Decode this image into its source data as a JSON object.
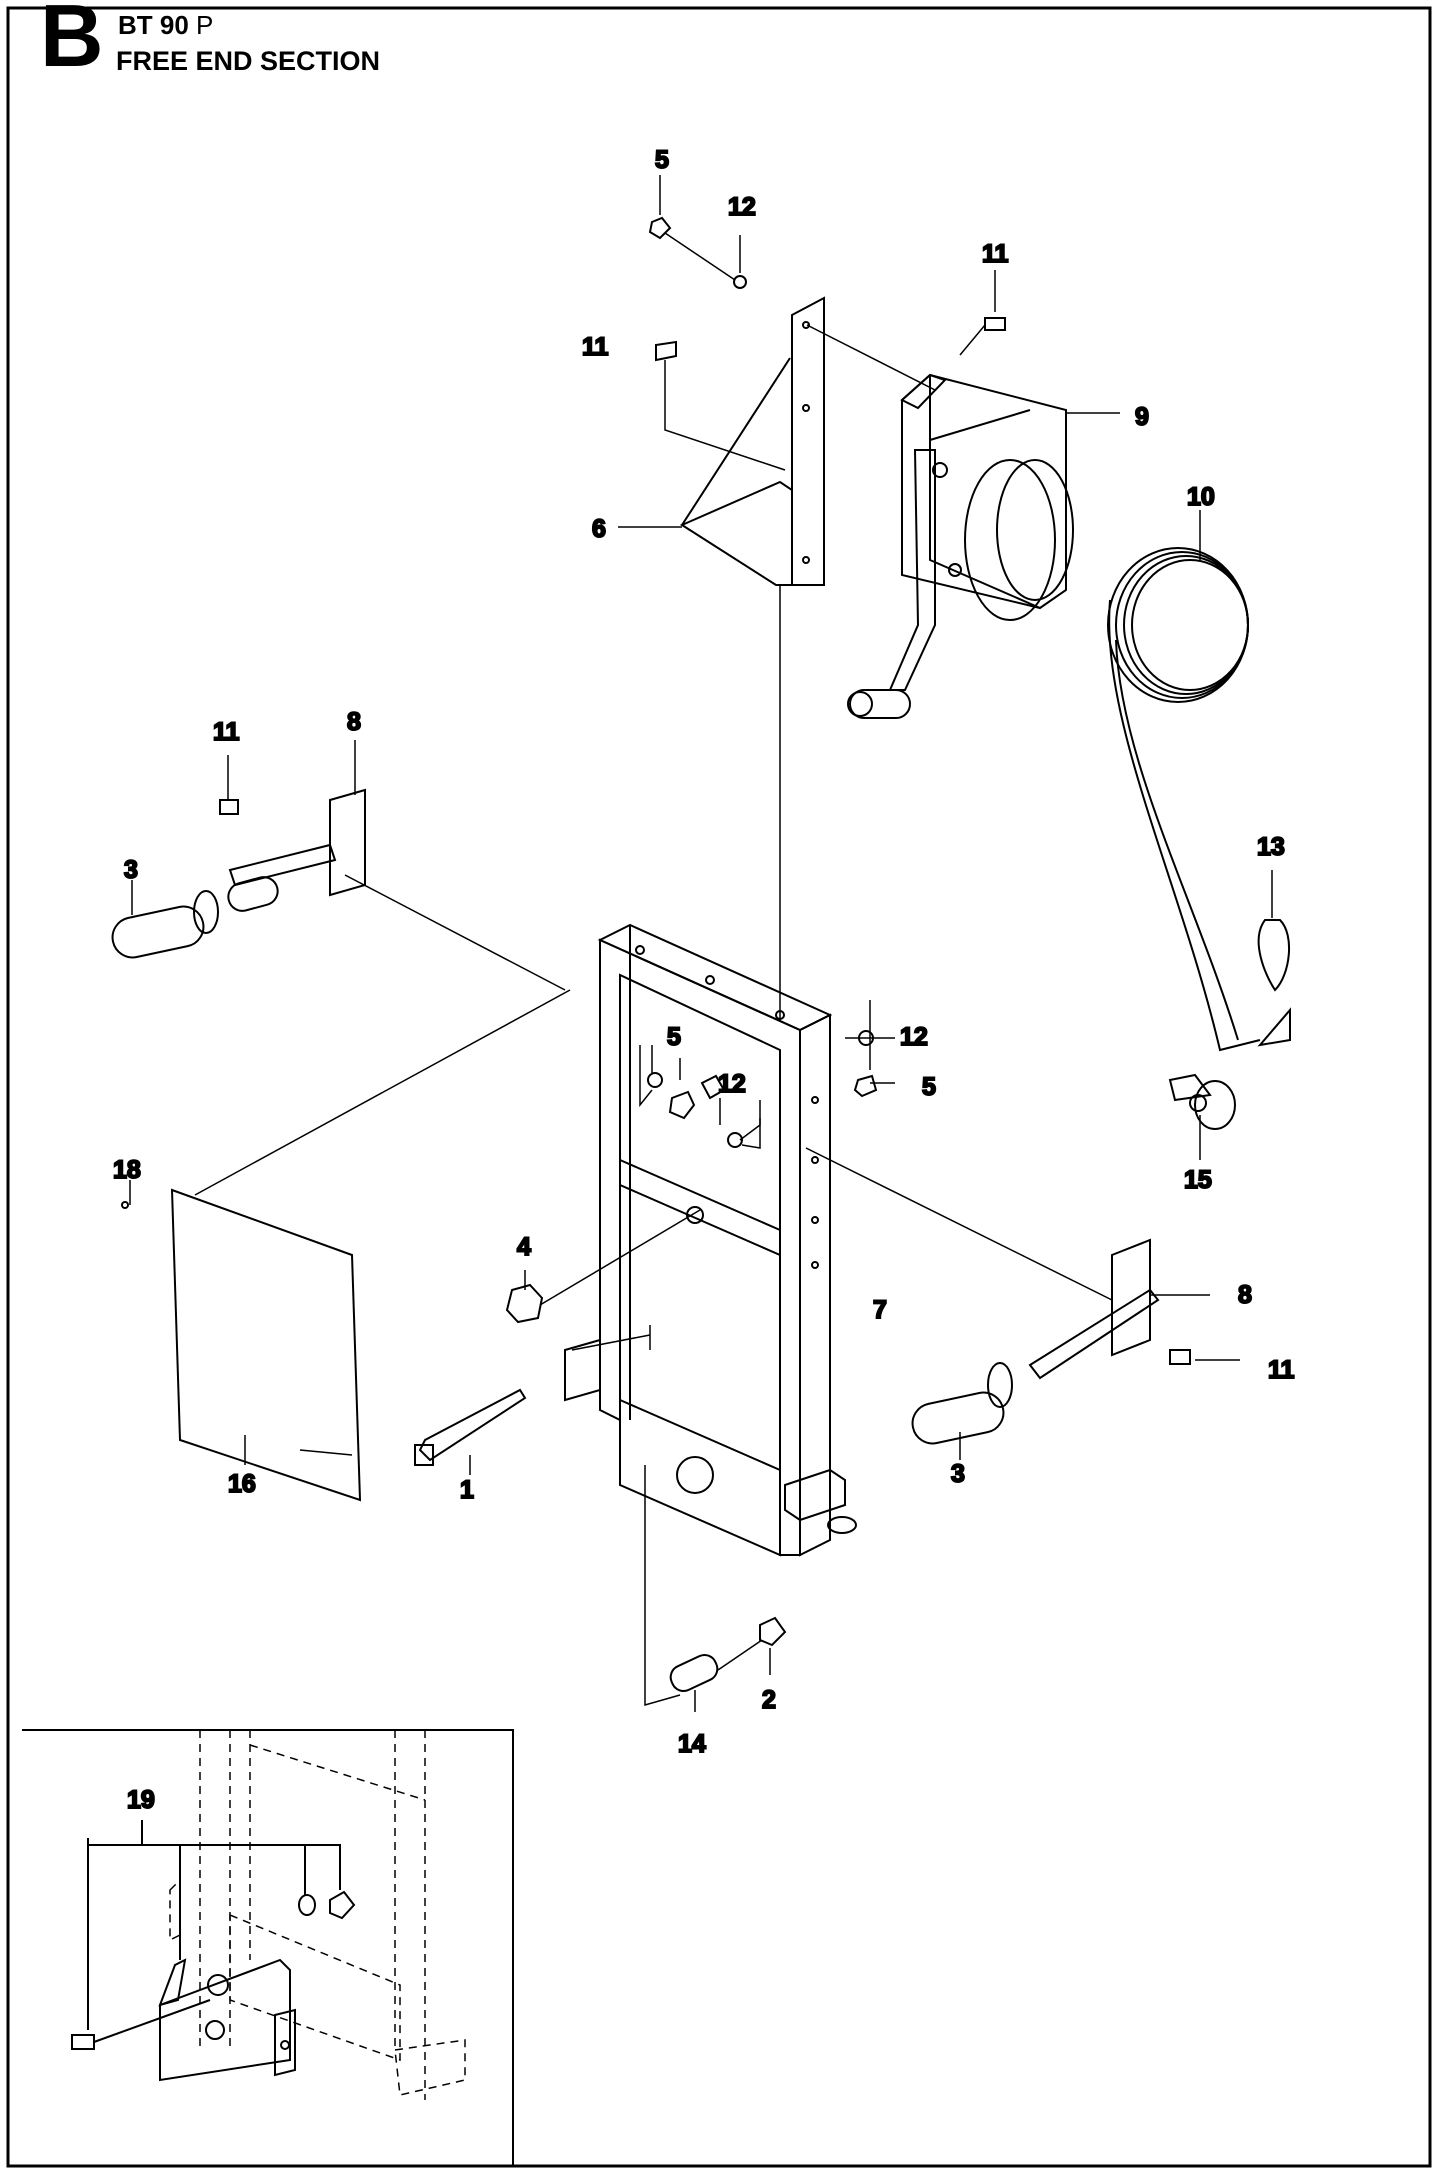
{
  "header": {
    "section_letter": "B",
    "model_name": "BT 90",
    "model_suffix": "P",
    "section_title": "FREE END SECTION"
  },
  "callouts": {
    "c1": "1",
    "c2": "2",
    "c3a": "3",
    "c3b": "3",
    "c4": "4",
    "c5a": "5",
    "c5b": "5",
    "c5c": "5",
    "c6": "6",
    "c7": "7",
    "c8a": "8",
    "c8b": "8",
    "c9": "9",
    "c10": "10",
    "c11a": "11",
    "c11b": "11",
    "c11c": "11",
    "c11d": "11",
    "c12a": "12",
    "c12b": "12",
    "c12c": "12",
    "c13": "13",
    "c14": "14",
    "c15": "15",
    "c16": "16",
    "c18": "18",
    "c19": "19"
  },
  "colors": {
    "line": "#000000",
    "background": "#ffffff"
  }
}
